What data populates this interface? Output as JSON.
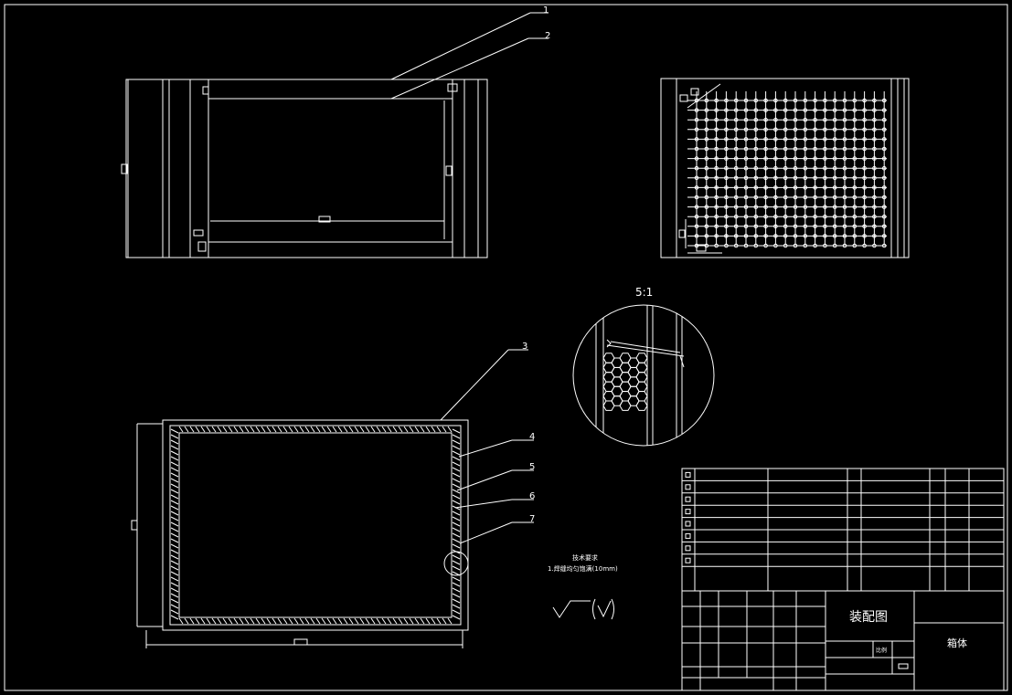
{
  "balloons": [
    "1",
    "2",
    "3",
    "4",
    "5",
    "6",
    "7"
  ],
  "detail_scale": "5:1",
  "notes": {
    "heading": "技术要求",
    "line1": "1.焊缝均匀饱满(10mm)"
  },
  "title_block": {
    "drawing_title": "装配图",
    "org": "箱体",
    "mid_label": "比例"
  },
  "colors": {
    "background": "#000000",
    "lines": "#ffffff"
  }
}
